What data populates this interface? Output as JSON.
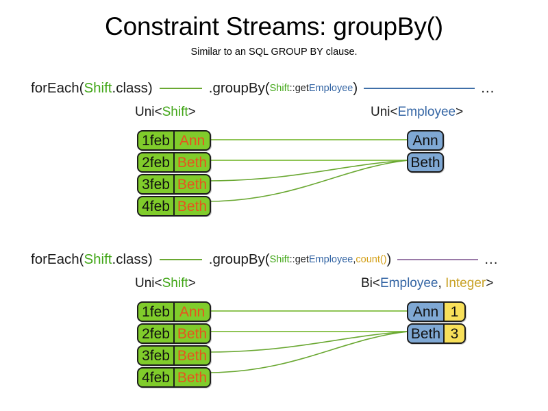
{
  "header": {
    "title": "Constraint Streams: groupBy()",
    "subtitle": "Similar to an SQL GROUP BY clause."
  },
  "colors": {
    "shift_green": "#41a617",
    "employee_blue": "#3465a4",
    "integer_gold": "#c9a227",
    "count_gold": "#d4a017",
    "node_green_fill": "#80cc2b",
    "node_blue_fill": "#7fa8d4",
    "node_yellow_fill": "#f8e05a",
    "name_orange": "#e8521f",
    "edge_green": "#6aa832",
    "connector_blue": "#3f6fa8",
    "connector_purple": "#9a7aa8"
  },
  "sections": [
    {
      "id": "section-1",
      "code": {
        "foreach_prefix": "forEach(",
        "foreach_type": "Shift",
        "foreach_suffix": ".class)",
        "method_prefix": ".groupBy(",
        "arg1_type": "Shift",
        "arg1_sep": "::get",
        "arg1_prop": "Employee",
        "arg_comma": "",
        "arg2": "",
        "method_suffix": ")",
        "tail_ellipsis": "..."
      },
      "left_caption": {
        "prefix": "Uni<",
        "type": "Shift",
        "suffix": ">"
      },
      "right_caption": {
        "prefix": "Uni<",
        "type1": "Employee",
        "mid": "",
        "type2": "",
        "suffix": ">"
      },
      "shifts": [
        {
          "date": "1feb",
          "name": "Ann"
        },
        {
          "date": "2feb",
          "name": "Beth"
        },
        {
          "date": "3feb",
          "name": "Beth"
        },
        {
          "date": "4feb",
          "name": "Beth"
        }
      ],
      "groups": [
        {
          "employee": "Ann",
          "count": ""
        },
        {
          "employee": "Beth",
          "count": ""
        }
      ]
    },
    {
      "id": "section-2",
      "code": {
        "foreach_prefix": "forEach(",
        "foreach_type": "Shift",
        "foreach_suffix": ".class)",
        "method_prefix": ".groupBy(",
        "arg1_type": "Shift",
        "arg1_sep": "::get",
        "arg1_prop": "Employee",
        "arg_comma": ", ",
        "arg2": "count()",
        "method_suffix": ")",
        "tail_ellipsis": "..."
      },
      "left_caption": {
        "prefix": "Uni<",
        "type": "Shift",
        "suffix": ">"
      },
      "right_caption": {
        "prefix": "Bi<",
        "type1": "Employee",
        "mid": ", ",
        "type2": "Integer",
        "suffix": ">"
      },
      "shifts": [
        {
          "date": "1feb",
          "name": "Ann"
        },
        {
          "date": "2feb",
          "name": "Beth"
        },
        {
          "date": "3feb",
          "name": "Beth"
        },
        {
          "date": "4feb",
          "name": "Beth"
        }
      ],
      "groups": [
        {
          "employee": "Ann",
          "count": "1"
        },
        {
          "employee": "Beth",
          "count": "3"
        }
      ]
    }
  ]
}
